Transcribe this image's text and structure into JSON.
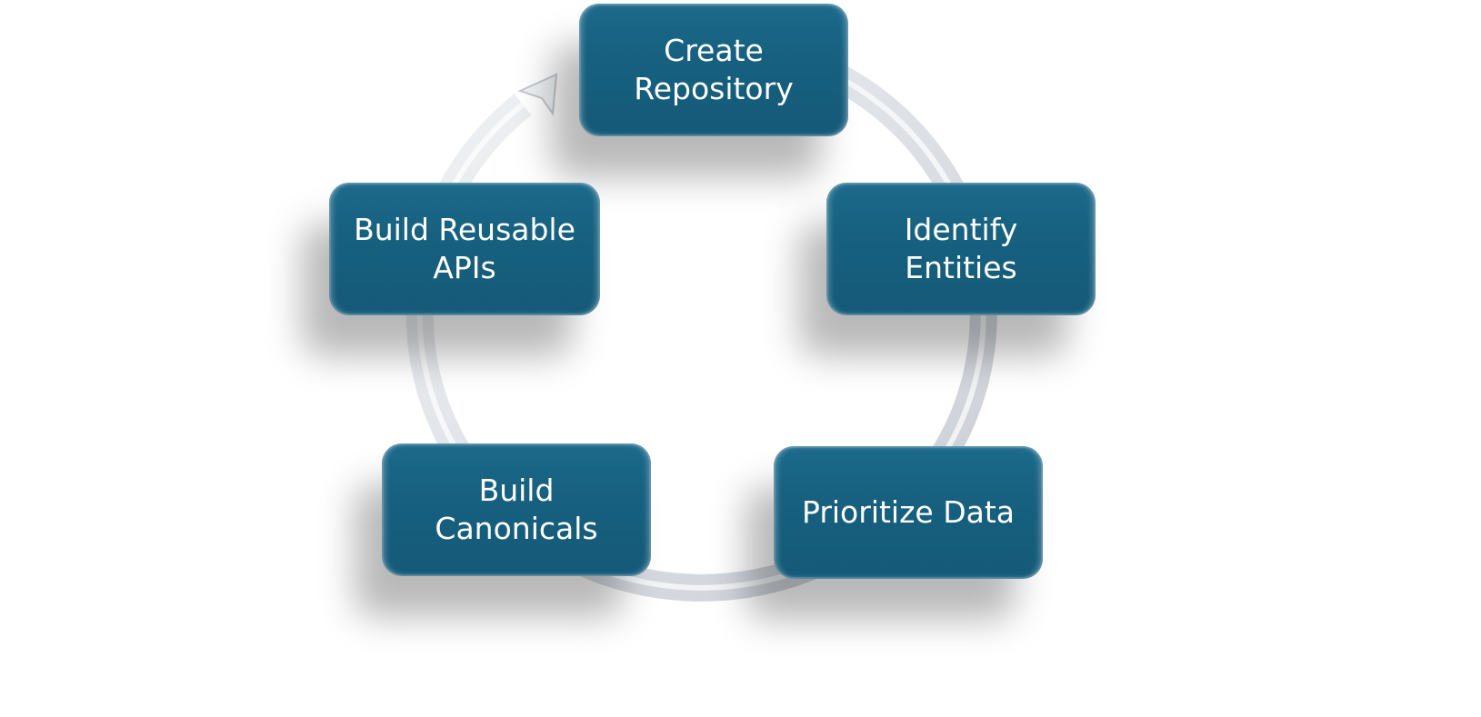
{
  "diagram": {
    "type": "cycle",
    "steps": [
      {
        "line1": "Create",
        "line2": "Repository"
      },
      {
        "line1": "Identify",
        "line2": "Entities"
      },
      {
        "line1": "Prioritize Data",
        "line2": ""
      },
      {
        "line1": "Build",
        "line2": "Canonicals"
      },
      {
        "line1": "Build Reusable",
        "line2": "APIs"
      }
    ],
    "colors": {
      "box": "#17607f",
      "ring": "#d6dadf",
      "text": "#ffffff"
    }
  }
}
